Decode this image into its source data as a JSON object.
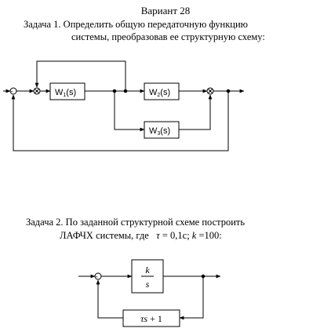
{
  "header": {
    "variant": "Вариант 28"
  },
  "task1": {
    "line1": "Задача 1. Определить общую  передаточную  функцию",
    "line2": "системы, преобразовав ее структурную схему:",
    "blocks": {
      "w1": {
        "main": "W",
        "sub": "1",
        "tail": "(s)"
      },
      "w2": {
        "main": "W",
        "sub": "2",
        "tail": "(s)"
      },
      "w3": {
        "main": "W",
        "sub": "3",
        "tail": "(s)"
      }
    }
  },
  "task2": {
    "line1": "Задача 2. По заданной структурной схеме построить",
    "line2_text": "ЛАФЧХ системы, где",
    "param_tau": "τ",
    "param_tau_value": " = 0,1с; ",
    "param_k": "k",
    "param_k_value": " =100:",
    "forward_block": {
      "num": "k",
      "den": "s"
    },
    "feedback_block": {
      "tau": "τ",
      "s": "s",
      "rest": " + 1"
    }
  }
}
